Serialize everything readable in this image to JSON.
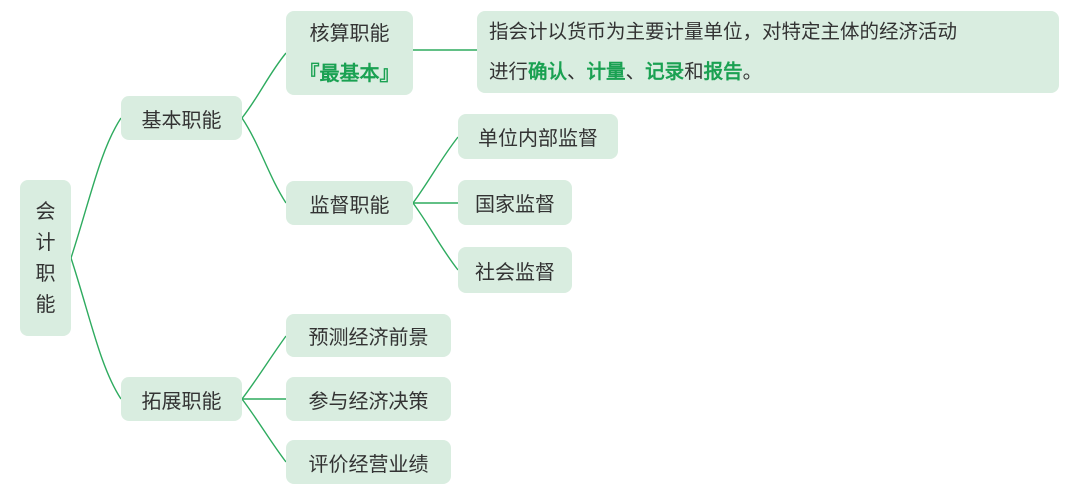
{
  "root": {
    "label": "会计职能",
    "chars": [
      "会",
      "计",
      "职",
      "能"
    ]
  },
  "basic": {
    "label": "基本职能",
    "accounting": {
      "label": "核算职能",
      "note": "『最基本』",
      "desc_line1": "指会计以货币为主要计量单位，对特定主体的经济活动",
      "desc_prefix": "进行",
      "desc_parts": [
        "确认",
        "、",
        "计量",
        "、",
        "记录",
        "和",
        "报告",
        "。"
      ]
    },
    "supervision": {
      "label": "监督职能",
      "children": [
        "单位内部监督",
        "国家监督",
        "社会监督"
      ]
    }
  },
  "extended": {
    "label": "拓展职能",
    "children": [
      "预测经济前景",
      "参与经济决策",
      "评价经营业绩"
    ]
  },
  "colors": {
    "node_bg": "#d9ede0",
    "line": "#2eab5f",
    "highlight": "#1aa152"
  }
}
